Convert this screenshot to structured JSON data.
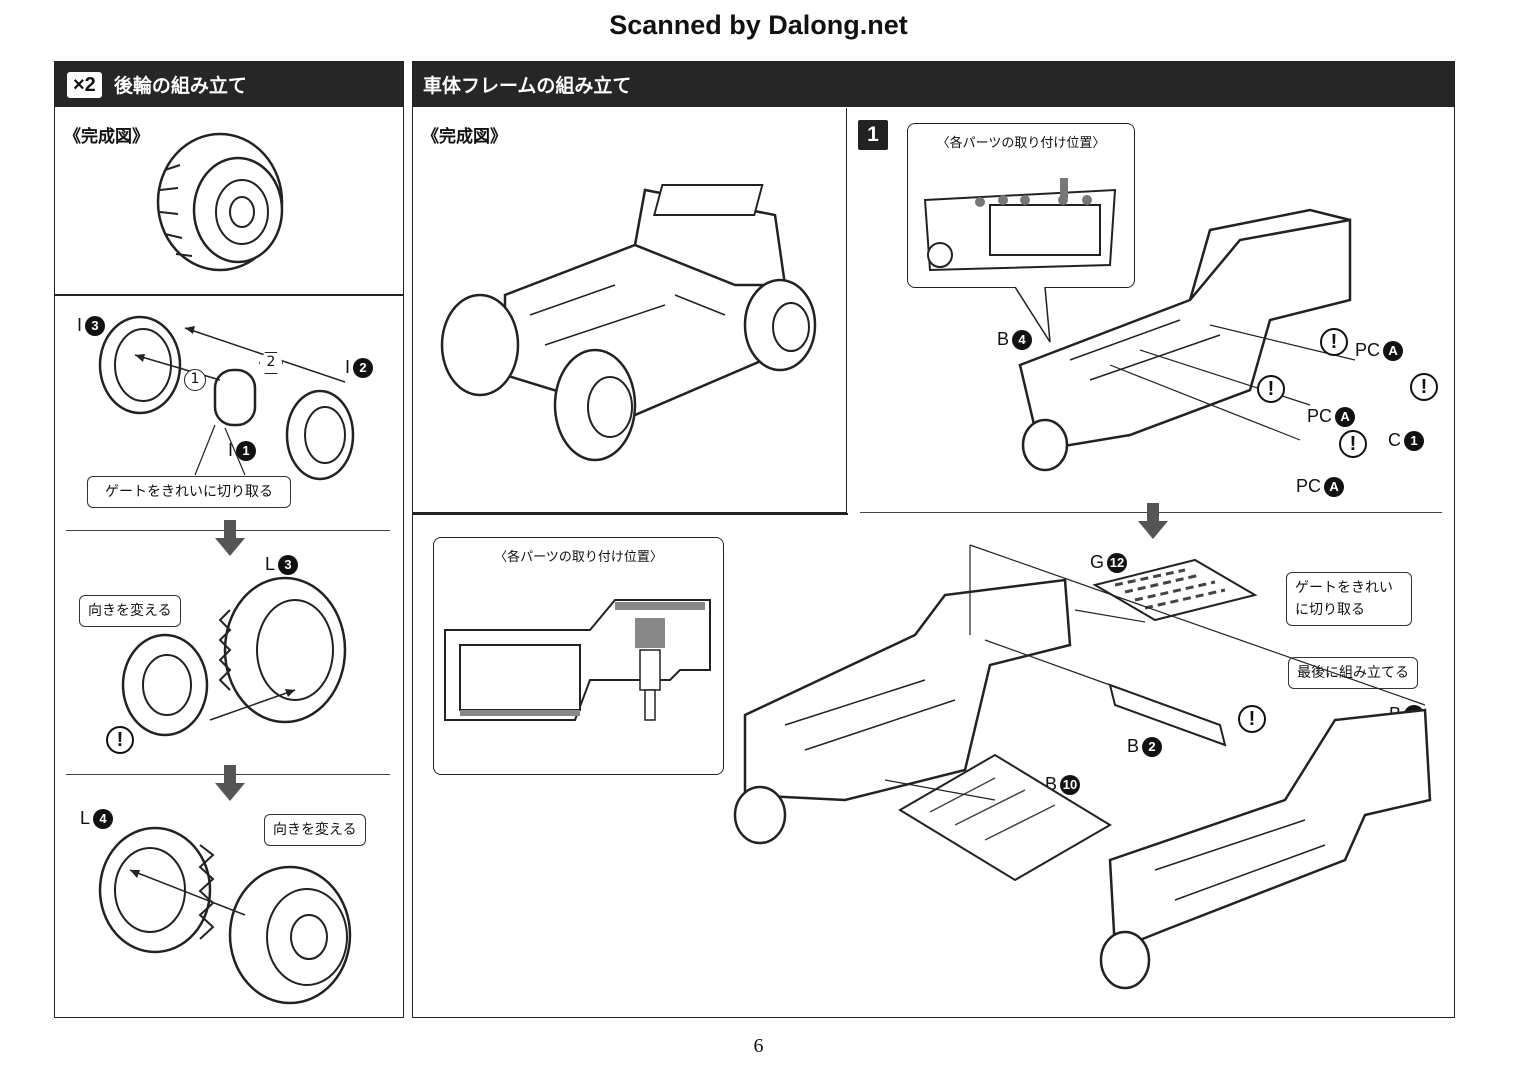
{
  "header": {
    "scan_credit": "Scanned by Dalong.net"
  },
  "left_section": {
    "multiplier": "×2",
    "title": "後輪の組み立て",
    "completed_label": "《完成図》",
    "step1": {
      "parts": {
        "i3": {
          "letter": "I",
          "num": "3"
        },
        "i2": {
          "letter": "I",
          "num": "2"
        },
        "i1": {
          "letter": "I",
          "num": "1"
        }
      },
      "order_1": "1",
      "order_2": "2",
      "gate_note": "ゲートをきれいに切り取る"
    },
    "step2": {
      "part_l3": {
        "letter": "L",
        "num": "3"
      },
      "orientation_note": "向きを変える",
      "warn": "!"
    },
    "step3": {
      "part_l4": {
        "letter": "L",
        "num": "4"
      },
      "orientation_note": "向きを変える"
    }
  },
  "right_section": {
    "title": "車体フレームの組み立て",
    "completed_label": "《完成図》",
    "step_number": "1",
    "inset_title": "〈各パーツの取り付け位置〉",
    "parts_top": {
      "b4": {
        "letter": "B",
        "num": "4"
      },
      "pc_a1": {
        "letter": "PC",
        "num": "A"
      },
      "pc_a2": {
        "letter": "PC",
        "num": "A"
      },
      "pc_a3": {
        "letter": "PC",
        "num": "A"
      },
      "c1": {
        "letter": "C",
        "num": "1"
      }
    },
    "inset2_title": "〈各パーツの取り付け位置〉",
    "parts_bottom": {
      "g12": {
        "letter": "G",
        "num": "12"
      },
      "b3": {
        "letter": "B",
        "num": "3"
      },
      "b2": {
        "letter": "B",
        "num": "2"
      },
      "b10": {
        "letter": "B",
        "num": "10"
      }
    },
    "gate_note": "ゲートをきれい\nに切り取る",
    "last_note": "最後に組み立てる"
  },
  "footer": {
    "page_number": "6"
  }
}
